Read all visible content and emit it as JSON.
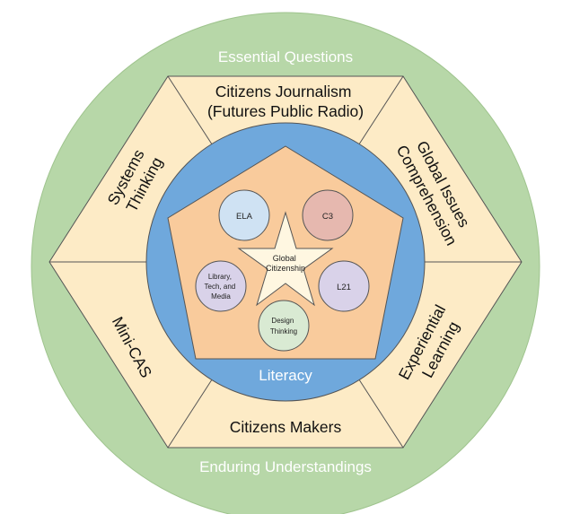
{
  "outer_ring": {
    "top_label": "Essential Questions",
    "bottom_label": "Enduring Understandings"
  },
  "segments": {
    "top": [
      "Citizens Journalism",
      "(Futures Public Radio)"
    ],
    "top_right": [
      "Global Issues",
      "Comprehension"
    ],
    "bottom_right": [
      "Experiential",
      "Learning"
    ],
    "bottom": [
      "Citizens Makers"
    ],
    "bottom_left": [
      "Mini-CAS"
    ],
    "top_left": [
      "Systems",
      "Thinking"
    ]
  },
  "inner_circle": {
    "label": "Literacy"
  },
  "bubbles": {
    "ela": "ELA",
    "c3": "C3",
    "l21": "L21",
    "design": [
      "Design",
      "Thinking"
    ],
    "library": [
      "Library,",
      "Tech, and",
      "Media"
    ]
  },
  "star": {
    "label": [
      "Global",
      "Citizenship"
    ]
  },
  "colors": {
    "outer_ring": "#b7d7a8",
    "hexagon": "#fdebc6",
    "inner_circle": "#6fa8dc",
    "pentagon": "#f9cb9c",
    "ela": "#cfe2f3",
    "c3": "#e6b8af",
    "l21": "#d9d2e9",
    "design": "#d9ead3",
    "library": "#d9d2e9",
    "star": "#fff7e1"
  }
}
